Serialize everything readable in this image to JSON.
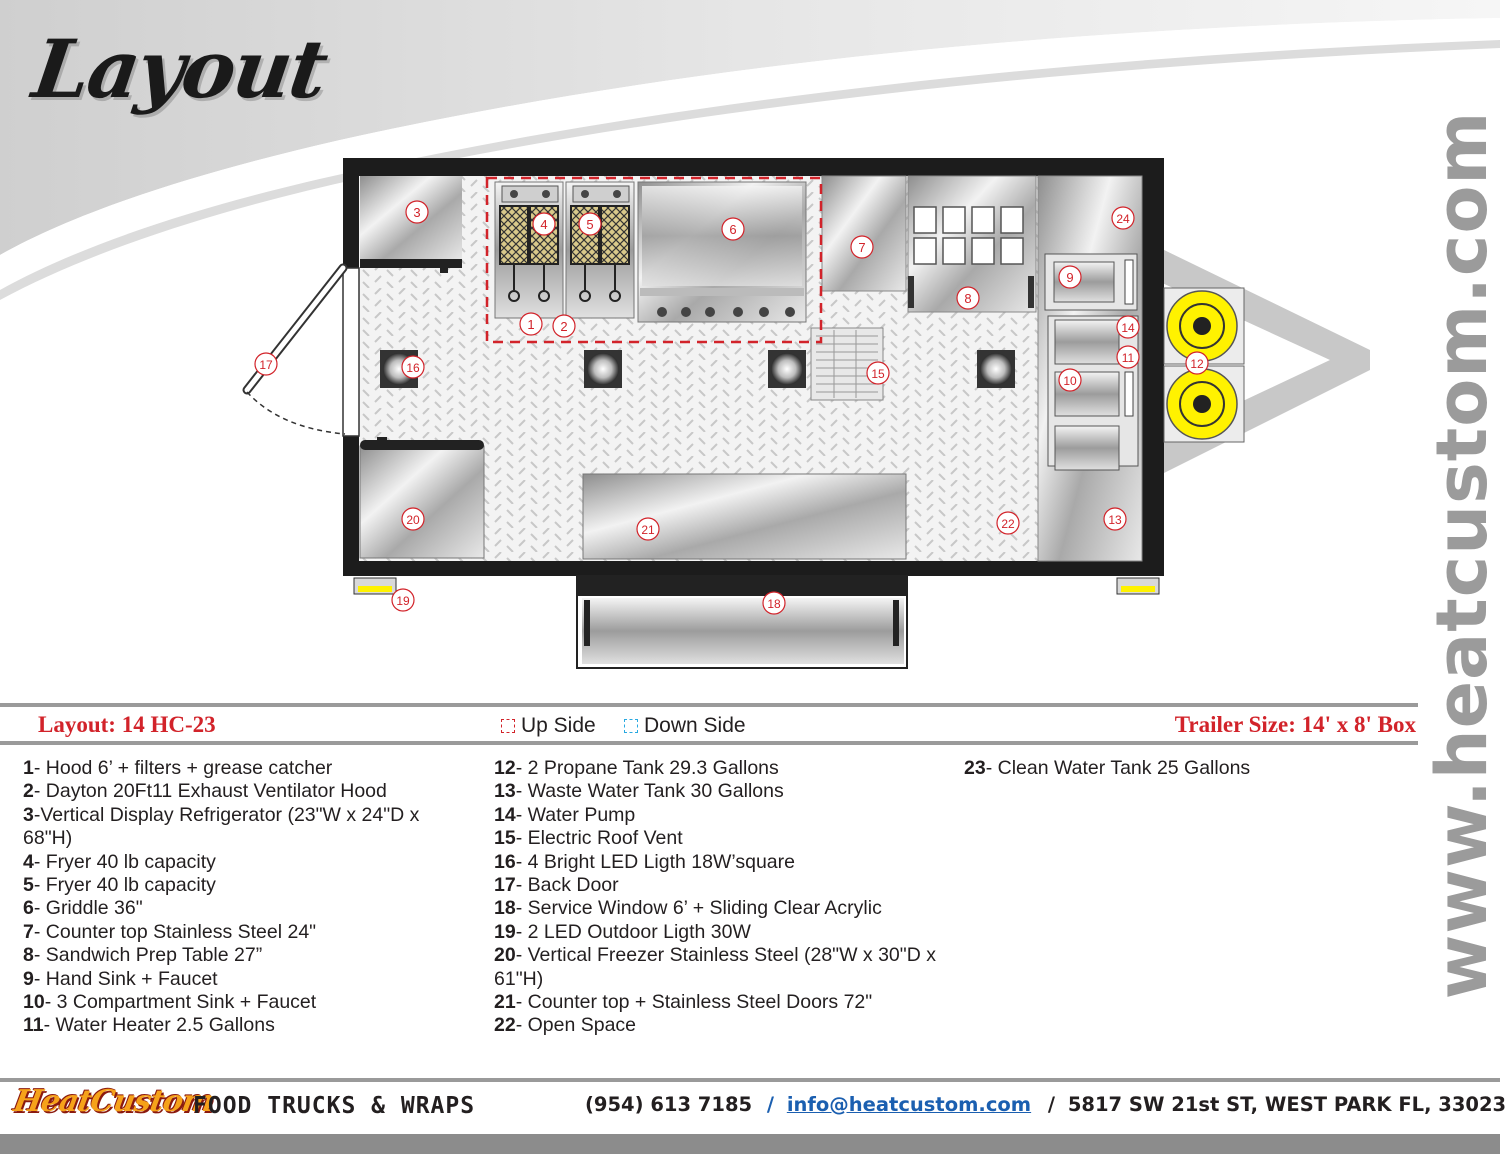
{
  "title": "Layout",
  "website": "www.heatcustom.com",
  "layout_code": "Layout: 14 HC-23",
  "legend": {
    "up_side": "Up Side",
    "down_side": "Down Side",
    "up_color": "#d2232a",
    "down_color": "#29a9e1"
  },
  "trailer_size": "Trailer Size: 14' x 8' Box",
  "markers": [
    "1",
    "2",
    "3",
    "4",
    "5",
    "6",
    "7",
    "8",
    "9",
    "10",
    "11",
    "12",
    "13",
    "14",
    "15",
    "16",
    "17",
    "18",
    "19",
    "20",
    "21",
    "22",
    "24"
  ],
  "items_col1": [
    {
      "num": "1",
      "text": "- Hood 6’ + filters + grease catcher"
    },
    {
      "num": "2",
      "text": "- Dayton 20Ft11 Exhaust Ventilator Hood"
    },
    {
      "num": "3",
      "text": "-Vertical Display Refrigerator (23\"W x 24\"D x 68\"H)"
    },
    {
      "num": "4",
      "text": "- Fryer 40 lb capacity"
    },
    {
      "num": "5",
      "text": "- Fryer 40 lb capacity"
    },
    {
      "num": "6",
      "text": "- Griddle 36\""
    },
    {
      "num": "7",
      "text": "- Counter top Stainless Steel 24\""
    },
    {
      "num": "8",
      "text": "- Sandwich Prep Table 27”"
    },
    {
      "num": "9",
      "text": "- Hand Sink + Faucet"
    },
    {
      "num": "10",
      "text": "-  3 Compartment Sink + Faucet"
    },
    {
      "num": "11",
      "text": "- Water Heater 2.5 Gallons"
    }
  ],
  "items_col2": [
    {
      "num": "12",
      "text": "- 2 Propane Tank 29.3 Gallons"
    },
    {
      "num": "13",
      "text": "- Waste Water Tank 30 Gallons"
    },
    {
      "num": "14",
      "text": "- Water Pump"
    },
    {
      "num": "15",
      "text": "- Electric Roof Vent"
    },
    {
      "num": "16",
      "text": "- 4 Bright LED Ligth 18W’square"
    },
    {
      "num": "17",
      "text": "- Back Door"
    },
    {
      "num": "18",
      "text": "- Service Window 6’ + Sliding Clear Acrylic"
    },
    {
      "num": "19",
      "text": "- 2 LED Outdoor Ligth 30W"
    },
    {
      "num": "20",
      "text": "- Vertical Freezer Stainless Steel (28\"W x 30\"D x 61\"H)"
    },
    {
      "num": "21",
      "text": "- Counter top + Stainless Steel Doors 72\""
    },
    {
      "num": "22",
      "text": "- Open Space"
    }
  ],
  "items_col3": [
    {
      "num": "23",
      "text": "- Clean Water Tank 25 Gallons"
    }
  ],
  "footer": {
    "brand": "HeatCustom",
    "tagline": "FOOD TRUCKS & WRAPS",
    "phone": "(954) 613 7185",
    "sep1": "/",
    "email": "info@heatcustom.com",
    "sep2": "/",
    "address": "5817 SW 21st ST, WEST PARK FL, 33023"
  }
}
